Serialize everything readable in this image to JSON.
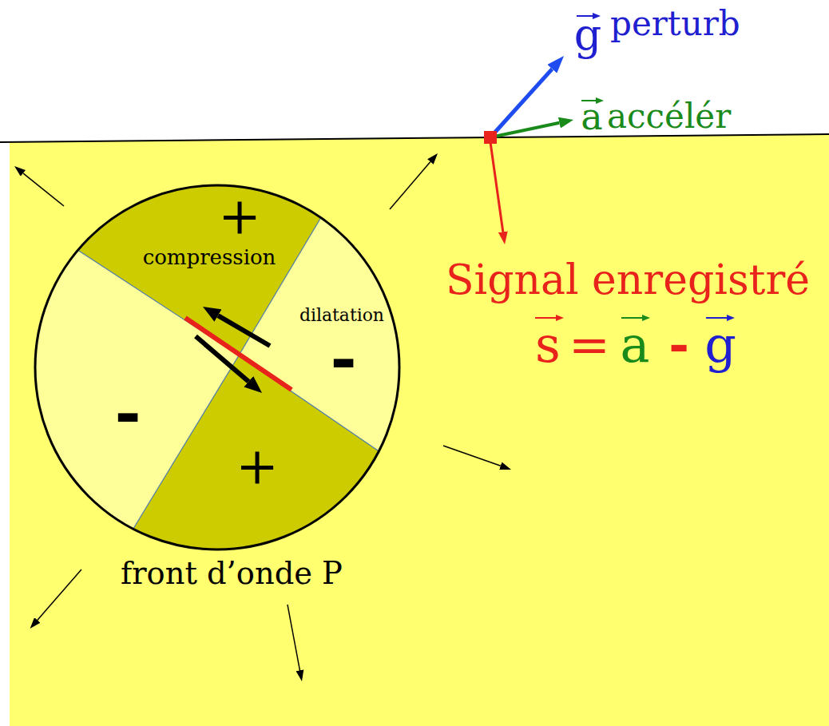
{
  "diagram": {
    "nodes": [
      {
        "text": [
          "front d’onde P"
        ]
      },
      {
        "text": [
          "+",
          "compression"
        ],
        "in": 0
      },
      {
        "text": [
          "dilatation",
          "-"
        ],
        "in": 0
      },
      {
        "text": [
          "-"
        ],
        "in": 0
      },
      {
        "text": [
          "+"
        ],
        "in": 0
      }
    ],
    "labels": [
      "g",
      "perturb",
      "a",
      "accélér",
      "Signal enregistré",
      "s",
      "=",
      "a",
      "-",
      "g"
    ]
  }
}
